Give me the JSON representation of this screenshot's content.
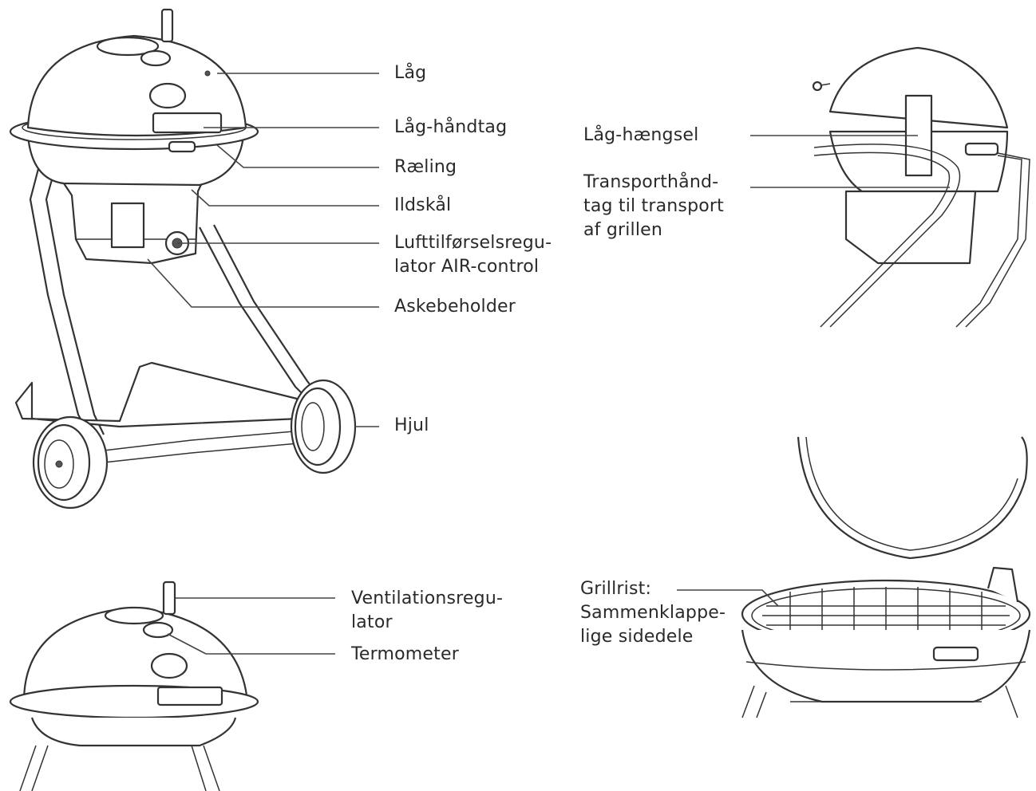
{
  "labels": {
    "lag": "Låg",
    "lag_handtag": "Låg-håndtag",
    "raeling": "Ræling",
    "ildskal": "Ildskål",
    "luft_1": "Lufttilførselsregu-",
    "luft_2": "lator AIR-control",
    "askebeholder": "Askebeholder",
    "hjul": "Hjul",
    "lag_haengsel": "Låg-hængsel",
    "transport_1": "Transporthånd-",
    "transport_2": "tag til transport",
    "transport_3": "af grillen",
    "vent_1": "Ventilationsregu-",
    "vent_2": "lator",
    "termometer": "Termometer",
    "grill_1": "Grillrist:",
    "grill_2": "Sammenklappe-",
    "grill_3": "lige sidedele"
  },
  "colors": {
    "line": "#333333",
    "text": "#2a2a2a",
    "background": "#ffffff"
  }
}
